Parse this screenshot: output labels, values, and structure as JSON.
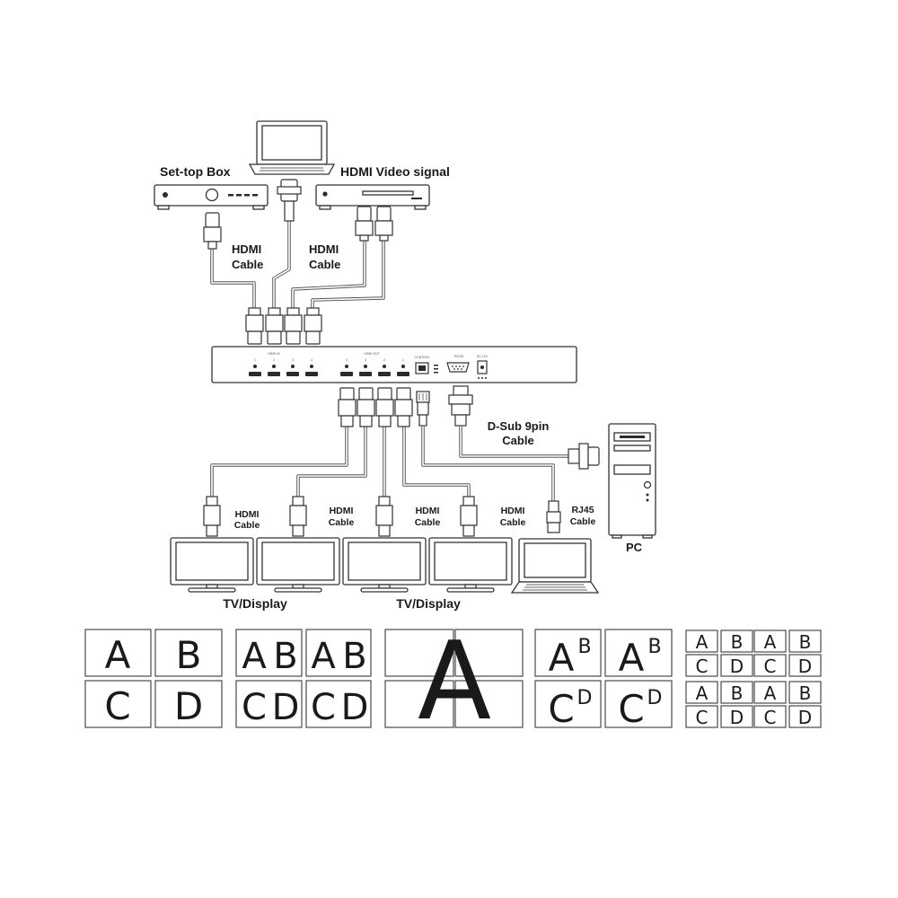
{
  "labels": {
    "settop": "Set-top Box",
    "hdmi_signal": "HDMI Video signal",
    "hdmi_cable_line1": "HDMI",
    "hdmi_cable_line2": "Cable",
    "dsub_line1": "D-Sub 9pin",
    "dsub_line2": "Cable",
    "rj45_line1": "RJ45",
    "rj45_line2": "Cable",
    "pc": "PC",
    "tv_display": "TV/Display"
  },
  "switch_panel": {
    "hdmi_in_label": "HDMI IN",
    "hdmi_out_label": "HDMI OUT",
    "control_label": "CONTROL",
    "rs232_label": "RS232",
    "dc_label": "DC 12V",
    "in_ports": [
      "1",
      "2",
      "3",
      "4"
    ],
    "out_ports": [
      "4",
      "3",
      "2",
      "1"
    ]
  },
  "layouts": {
    "quad": [
      "A",
      "B",
      "C",
      "D"
    ],
    "quad_letters": [
      "A",
      "B",
      "C",
      "D"
    ],
    "single_letter": "A",
    "super_base": [
      "A",
      "A",
      "C",
      "C"
    ],
    "super_sup": [
      "B",
      "B",
      "D",
      "D"
    ],
    "grid16": [
      "A",
      "B",
      "A",
      "B",
      "C",
      "D",
      "C",
      "D",
      "A",
      "B",
      "A",
      "B",
      "C",
      "D",
      "C",
      "D"
    ]
  },
  "colors": {
    "line": "#1a1a1a",
    "cable": "#555555",
    "tile_border": "#4a4a4a"
  }
}
